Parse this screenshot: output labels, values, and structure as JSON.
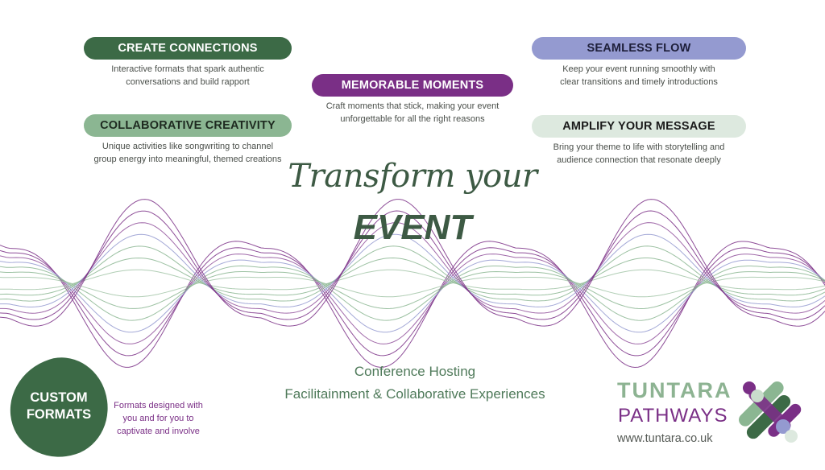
{
  "features": {
    "create": {
      "title": "CREATE CONNECTIONS",
      "desc": [
        "Interactive formats that spark authentic",
        "conversations and build rapport"
      ],
      "bg": "#3c6a46",
      "fg": "#ffffff"
    },
    "collab": {
      "title": "COLLABORATIVE CREATIVITY",
      "desc": [
        "Unique activities like songwriting to channel",
        "group energy into meaningful, themed creations"
      ],
      "bg": "#8bb692",
      "fg": "#1e2a20"
    },
    "memorable": {
      "title": "MEMORABLE MOMENTS",
      "desc": [
        "Craft moments that stick, making your event",
        "unforgettable for all the right reasons"
      ],
      "bg": "#7a2f86",
      "fg": "#ffffff"
    },
    "seamless": {
      "title": "SEAMLESS FLOW",
      "desc": [
        "Keep your event running smoothly with",
        "clear transitions and timely introductions"
      ],
      "bg": "#949ad0",
      "fg": "#1e1f3a"
    },
    "amplify": {
      "title": "AMPLIFY YOUR MESSAGE",
      "desc": [
        "Bring your theme to life with storytelling and",
        "audience connection that resonate deeply"
      ],
      "bg": "#dde9df",
      "fg": "#1a1a1a"
    }
  },
  "headline": {
    "line1": "Transform your",
    "line2": "EVENT"
  },
  "services": {
    "line1": "Conference Hosting",
    "line2": "Facilitainment & Collaborative Experiences"
  },
  "custom": {
    "title_line1": "CUSTOM",
    "title_line2": "FORMATS",
    "desc": [
      "Formats designed with",
      "you and for you to",
      "captivate and involve"
    ]
  },
  "brand": {
    "name1": "TUNTARA",
    "name2": "PATHWAYS",
    "url": "www.tuntara.co.uk"
  },
  "colors": {
    "dark_green": "#3c6a46",
    "light_green": "#8bb692",
    "purple": "#7a2f86",
    "lavender": "#949ad0",
    "pale_green": "#dde9df"
  },
  "icons": {
    "logo": "tuntara-pathways-logo-icon",
    "decoration": "sound-wave-graphic"
  }
}
